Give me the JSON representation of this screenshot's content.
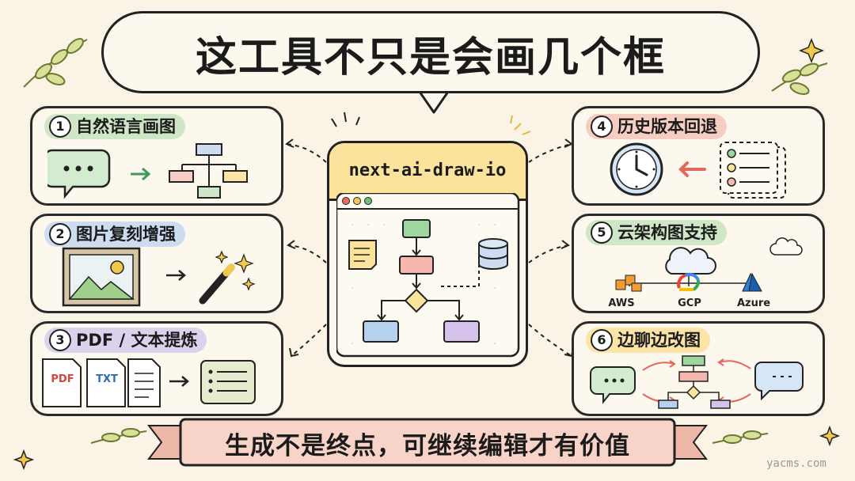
{
  "title": "这工具不只是会画几个框",
  "center": {
    "label": "next-ai-draw-io"
  },
  "features": [
    {
      "number": "1",
      "label": "自然语言画图",
      "color": "#cfe7c6"
    },
    {
      "number": "2",
      "label": "图片复刻增强",
      "color": "#cddcf0"
    },
    {
      "number": "3",
      "label": "PDF / 文本提炼",
      "color": "#ddd2ee"
    },
    {
      "number": "4",
      "label": "历史版本回退",
      "color": "#f6cdc2"
    },
    {
      "number": "5",
      "label": "云架构图支持",
      "color": "#cfe7c6"
    },
    {
      "number": "6",
      "label": "边聊边改图",
      "color": "#fbe4a6"
    }
  ],
  "files": {
    "pdf": "PDF",
    "txt": "TXT"
  },
  "providers": [
    "AWS",
    "GCP",
    "Azure"
  ],
  "banner": "生成不是终点，可继续编辑才有价值",
  "watermark": "yacms.com",
  "colors": {
    "background": "#fbf4e6",
    "banner": "#f8d3c7",
    "header": "#fbe39b"
  }
}
